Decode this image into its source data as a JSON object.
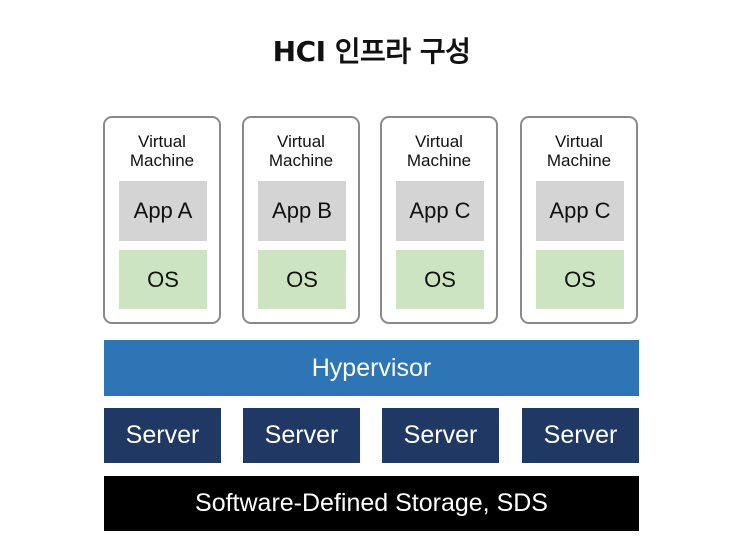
{
  "title": "HCI 인프라 구성",
  "virtual_machines": [
    {
      "label": "Virtual\nMachine",
      "app": "App A",
      "os": "OS"
    },
    {
      "label": "Virtual\nMachine",
      "app": "App B",
      "os": "OS"
    },
    {
      "label": "Virtual\nMachine",
      "app": "App C",
      "os": "OS"
    },
    {
      "label": "Virtual\nMachine",
      "app": "App C",
      "os": "OS"
    }
  ],
  "hypervisor": "Hypervisor",
  "servers": [
    "Server",
    "Server",
    "Server",
    "Server"
  ],
  "storage": "Software-Defined Storage, SDS",
  "colors": {
    "vm_border": "#8a8a8a",
    "app_fill": "#d4d4d4",
    "os_fill": "#cce5c0",
    "hypervisor_fill": "#2e75b6",
    "server_fill": "#1f3864",
    "storage_fill": "#000000"
  }
}
